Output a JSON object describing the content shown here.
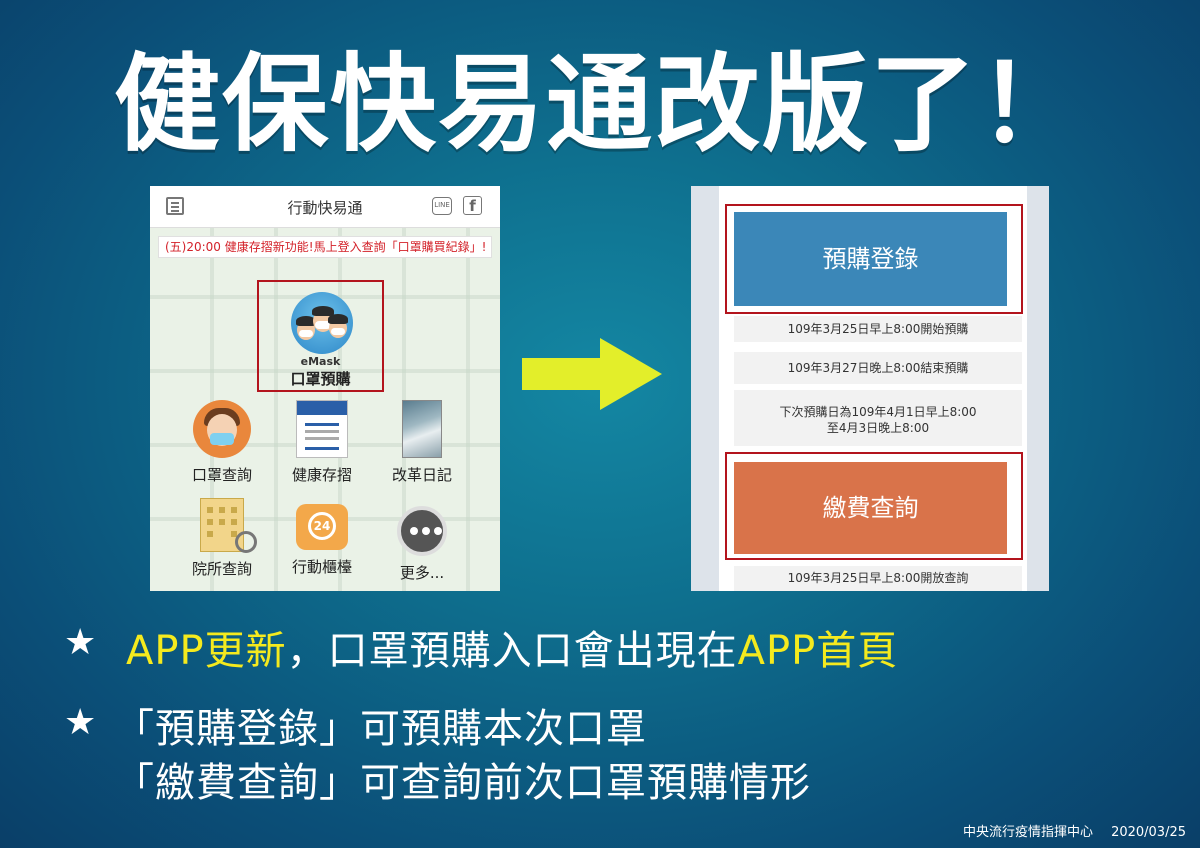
{
  "headline": "健保快易通改版了！",
  "left_phone": {
    "title": "行動快易通",
    "line_label": "LINE",
    "fb_label": "f",
    "marquee": "(五)20:00   健康存摺新功能!馬上登入查詢「口罩購買紀錄」!",
    "emask_en": "eMask",
    "emask_label": "口罩預購",
    "grid": [
      {
        "label": "口罩查詢",
        "icon": "mask-person-icon"
      },
      {
        "label": "健康存摺",
        "icon": "health-bank-book-icon"
      },
      {
        "label": "改革日記",
        "icon": "reform-diary-book-icon"
      },
      {
        "label": "院所查詢",
        "icon": "hospital-search-icon"
      },
      {
        "label": "行動櫃檯",
        "icon": "mobile-counter-24-icon"
      },
      {
        "label": "更多...",
        "icon": "more-icon"
      }
    ],
    "counter_badge": "24"
  },
  "right_phone": {
    "preorder_button": "預購登錄",
    "info_1": "109年3月25日早上8:00開始預購",
    "info_2": "109年3月27日晚上8:00結束預購",
    "info_3": "下次預購日為109年4月1日早上8:00至4月3日晚上8:00",
    "payment_button": "繳費查詢",
    "info_4": "109年3月25日早上8:00開放查詢"
  },
  "bullets": {
    "b1_part1": "APP更新",
    "b1_part2": "，口罩預購入口會出現在",
    "b1_part3": "APP首頁",
    "b2_line1": "「預購登錄」可預購本次口罩",
    "b2_line2": "「繳費查詢」可查詢前次口罩預購情形"
  },
  "footer": {
    "org": "中央流行疫情指揮中心",
    "date": "2020/03/25"
  },
  "colors": {
    "preorder_blue": "#3b87b8",
    "payment_orange": "#d9734a",
    "highlight_red": "#b3141d",
    "accent_yellow": "#f5ea1e",
    "arrow_yellow": "#e3ee2a"
  }
}
